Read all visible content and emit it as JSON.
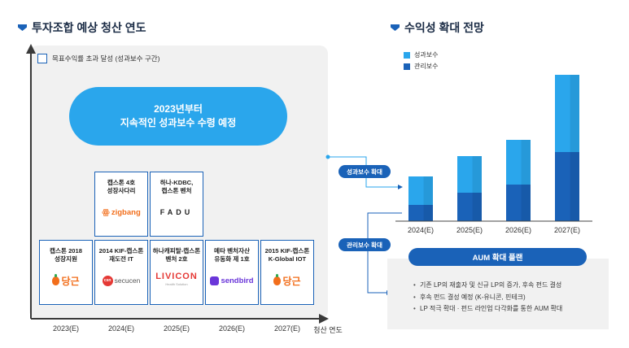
{
  "titles": {
    "left": "투자조합 예상 청산 연도",
    "right": "수익성 확대 전망"
  },
  "timeline": {
    "legend": "목표수익률 초과 달성 (성과보수 구간)",
    "pill_line1": "2023년부터",
    "pill_line2": "지속적인 성과보수 수령 예정",
    "x_axis_title": "청산 연도",
    "years": [
      "2023(E)",
      "2024(E)",
      "2025(E)",
      "2026(E)",
      "2027(E)"
    ],
    "cards": [
      {
        "name": "캡스톤 2018\n성장지원",
        "logo": "당근"
      },
      {
        "name": "2014 KIF-캡스톤\n재도전 IT",
        "logo": "secucen"
      },
      {
        "name": "하나캐피탈-캡스톤\n벤처 2호",
        "logo": "LIVICON",
        "logo_sub": "Health Solution"
      },
      {
        "name": "메타 벤처자산\n유동화 제 1호",
        "logo": "sendbird"
      },
      {
        "name": "2015 KIF-캡스톤\nK-Global IOT",
        "logo": "당근"
      },
      {
        "name": "캡스톤 4호\n성장사다리",
        "logo": "zigbang"
      },
      {
        "name": "하나-KDBC,\n캡스톤 벤처",
        "logo": "FADU"
      }
    ]
  },
  "tags": {
    "performance": "성과보수 확대",
    "management": "관리보수 확대"
  },
  "chart_data": {
    "type": "bar",
    "stacked": true,
    "categories": [
      "2024(E)",
      "2025(E)",
      "2026(E)",
      "2027(E)"
    ],
    "series": [
      {
        "name": "관리보수",
        "values": [
          20,
          35,
          45,
          85
        ],
        "color": "#1a62b8"
      },
      {
        "name": "성과보수",
        "values": [
          35,
          45,
          55,
          95
        ],
        "color": "#2aa6ec"
      }
    ],
    "grid": false,
    "legend_position": "top-left"
  },
  "aum": {
    "title": "AUM 확대 플랜",
    "items": [
      "기존 LP의 재출자 및 신규 LP의 증가, 후속 펀드 결성",
      "후속 펀드 결성 예정 (K-유니콘, 핀테크)",
      "LP 적극 확대 · 펀드 라인업 다각화를 통한 AUM 확대"
    ]
  }
}
